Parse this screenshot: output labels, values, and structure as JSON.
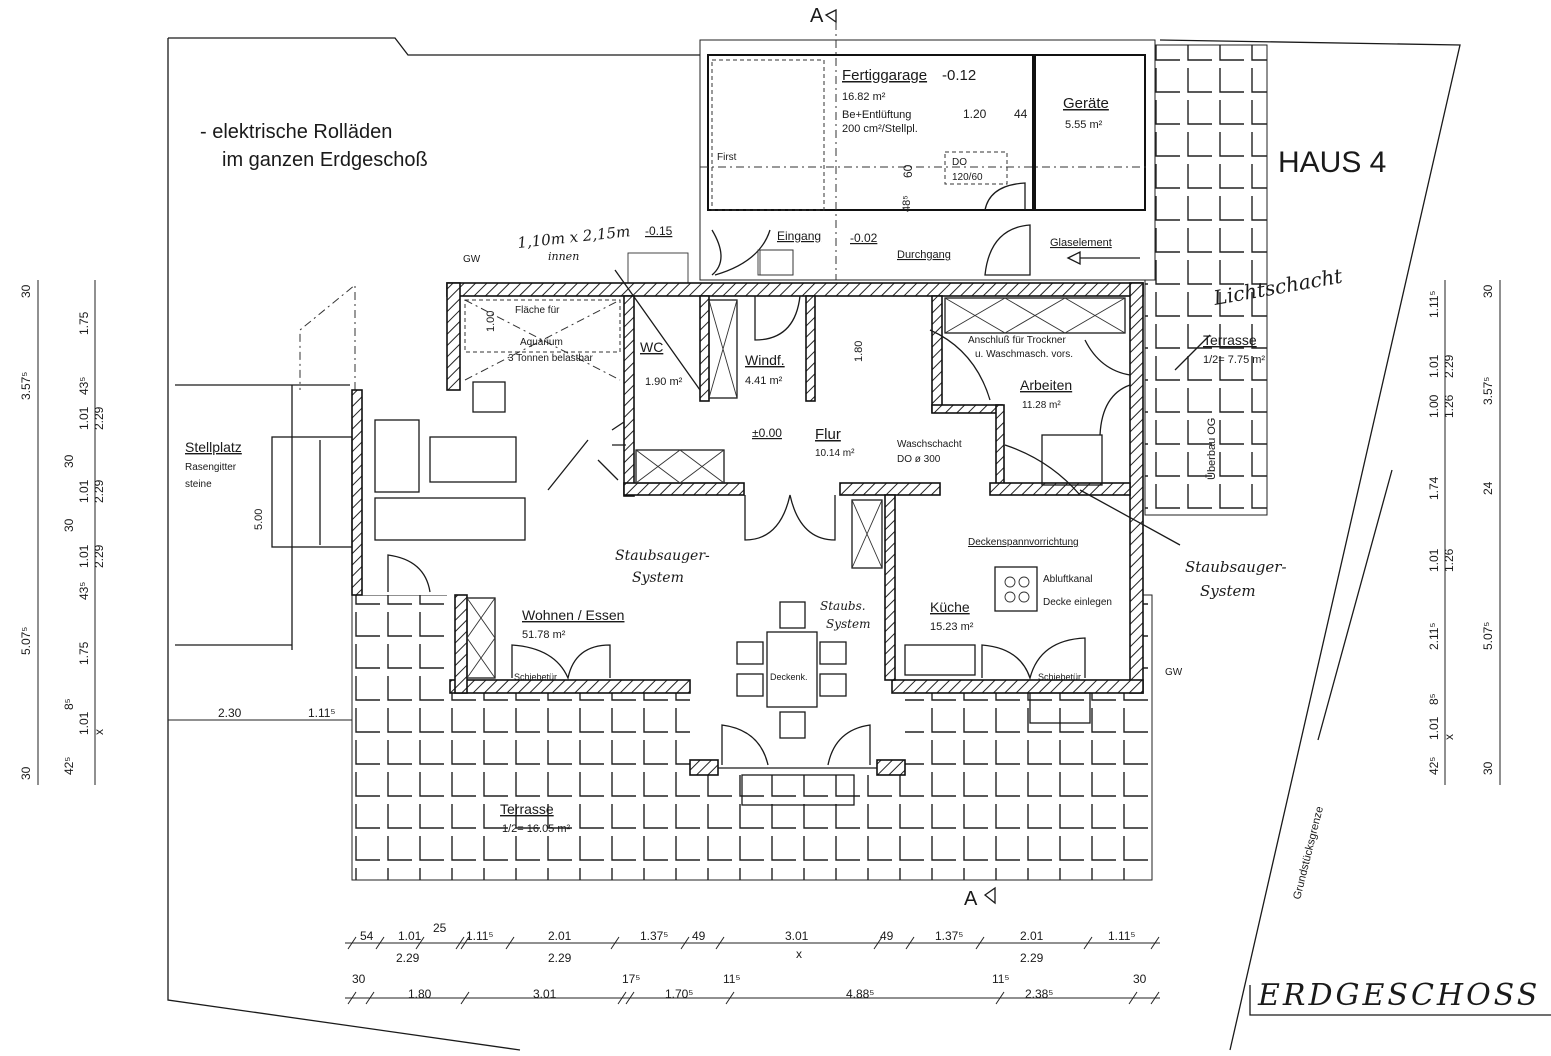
{
  "notes": {
    "line1": "- elektrische Rolläden",
    "line2": "im ganzen Erdgeschoß",
    "house": "HAUS 4",
    "floor": "ERDGESCHOSS",
    "section_top": "A",
    "section_bottom": "A",
    "boundary": "Grundstücksgrenze"
  },
  "garage": {
    "name": "Fertiggarage",
    "level": "-0.12",
    "area": "16.82 m²",
    "vent1": "Be+Entlüftung",
    "vent2": "200 cm²/Stellpl.",
    "first": "First",
    "dim1": "1.20",
    "dim2": "44",
    "dim3": "60",
    "dim4": "48⁵",
    "window1": "DO",
    "window2": "120/60"
  },
  "geraete": {
    "name": "Geräte",
    "area": "5.55 m²"
  },
  "entry": {
    "eingang": "Eingang",
    "level": "-0.02",
    "durchgang": "Durchgang",
    "glas": "Glaselement",
    "level2": "-0.15",
    "gw": "GW",
    "gw2": "GW"
  },
  "handwritten": {
    "size1": "1,10m x 2,15m",
    "size2": "innen",
    "licht": "Lichtschacht",
    "staub1a": "Staubsauger-",
    "staub1b": "System",
    "staub2a": "Staubs.",
    "staub2b": "System",
    "staub3a": "Staubsauger-",
    "staub3b": "System"
  },
  "aquarium": {
    "l1": "Fläche für",
    "l2": "Aquarium",
    "l3": "3 Tonnen belastbar",
    "dim": "1.00"
  },
  "rooms": {
    "wc": {
      "name": "WC",
      "area": "1.90 m²"
    },
    "windfang": {
      "name": "Windf.",
      "area": "4.41 m²"
    },
    "flur": {
      "name": "Flur",
      "area": "10.14 m²",
      "level": "±0.00",
      "stair": "1.80"
    },
    "arbeiten": {
      "name": "Arbeiten",
      "area": "11.28 m²",
      "note1": "Anschluß für Trockner",
      "note2": "u. Waschmasch. vors."
    },
    "wohnen": {
      "name": "Wohnen / Essen",
      "area": "51.78 m²",
      "door": "Schiebetür",
      "table": "Deckenk."
    },
    "kueche": {
      "name": "Küche",
      "area": "15.23 m²",
      "door": "Schiebetür",
      "note1": "Abluftkanal",
      "note2": "Decke einlegen",
      "deck": "Deckenspannvorrichtung"
    },
    "wasch": {
      "l1": "Waschschacht",
      "l2": "DO ø 300"
    },
    "terrasse_r": {
      "name": "Terrasse",
      "area": "1/2= 7.75 m²",
      "overhang": "Überbau OG"
    },
    "terrasse_s": {
      "name": "Terrasse",
      "area": "1/2= 16.05 m²"
    },
    "stellplatz": {
      "name": "Stellplatz",
      "l1": "Rasengitter",
      "l2": "steine",
      "dim": "5.00",
      "w1": "2.30",
      "w2": "1.11⁵"
    }
  },
  "dims": {
    "bottom1": [
      "54",
      "1.01",
      "2.29",
      "25",
      "1.11⁵",
      "2.01",
      "2.29",
      "1.37⁵",
      "49",
      "3.01",
      "x",
      "49",
      "1.37⁵",
      "2.01",
      "2.29",
      "1.11⁵"
    ],
    "bottom2": [
      "30",
      "1.80",
      "3.01",
      "17⁵",
      "1.70⁵",
      "11⁵",
      "4.88⁵",
      "11⁵",
      "2.38⁵",
      "30"
    ],
    "left_outer": [
      "30",
      "3.57⁵",
      "5.07⁵",
      "30"
    ],
    "left_inner": [
      "1.75",
      "43⁵",
      "1.01",
      "2.29",
      "30",
      "1.01",
      "2.29",
      "30",
      "1.01",
      "2.29",
      "43⁵",
      "1.75",
      "8⁵",
      "1.01",
      "x",
      "42⁵"
    ],
    "right_inner": [
      "1.11⁵",
      "1.01",
      "2.29",
      "1.00",
      "1.26",
      "1.74",
      "1.01",
      "1.26",
      "2.11⁵",
      "8⁵",
      "1.01",
      "x",
      "42⁵"
    ],
    "right_outer": [
      "30",
      "3.57⁵",
      "24",
      "5.07⁵",
      "30"
    ]
  }
}
